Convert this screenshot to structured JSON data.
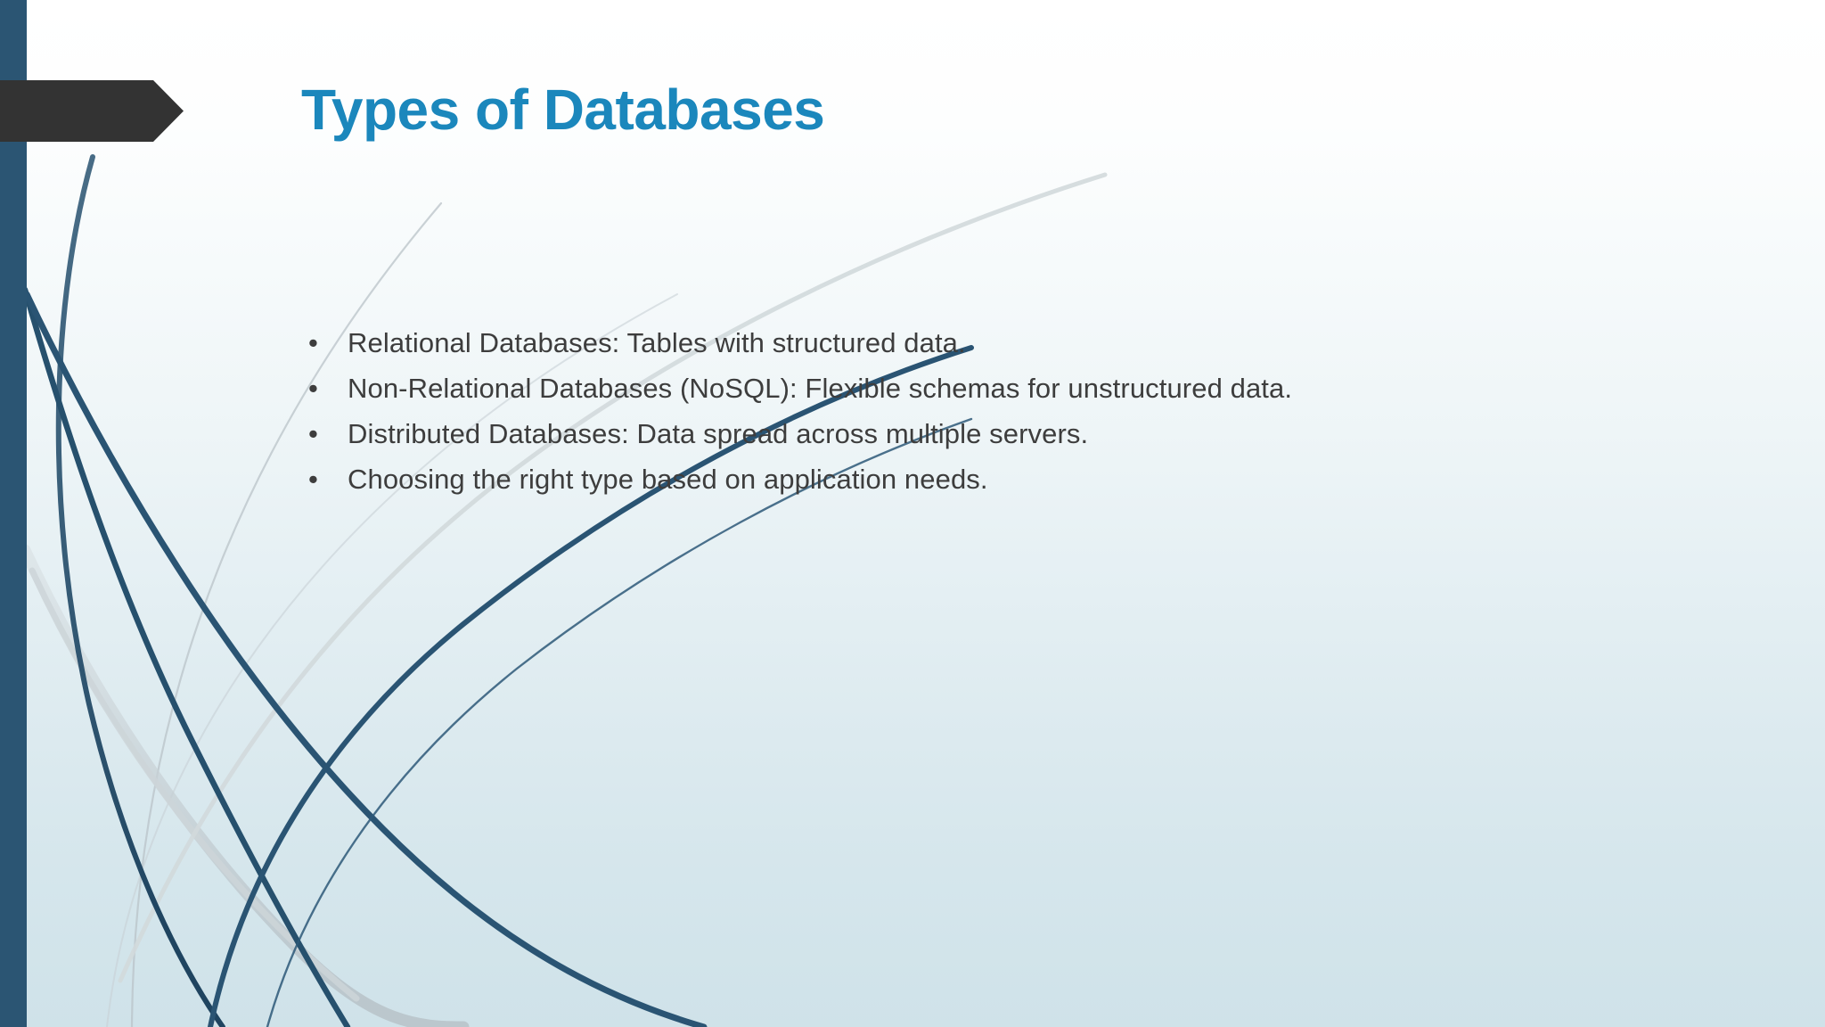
{
  "slide": {
    "title": "Types of Databases",
    "bullet_marker": "•",
    "bullets": [
      "Relational Databases: Tables with structured data.",
      "Non-Relational Databases (NoSQL): Flexible schemas for unstructured data.",
      "Distributed Databases: Data spread across multiple servers.",
      "Choosing the right type based on application needs."
    ]
  },
  "theme": {
    "title_color": "#1b87bc",
    "body_text_color": "#3d3d3d",
    "accent_bar_color": "#2b5573",
    "banner_color": "#333333",
    "background_top_color": "#ffffff",
    "background_bottom_color": "#cfe2e9",
    "wisp_dark_color": "#2b5573",
    "wisp_light_color": "#c6ced2"
  }
}
